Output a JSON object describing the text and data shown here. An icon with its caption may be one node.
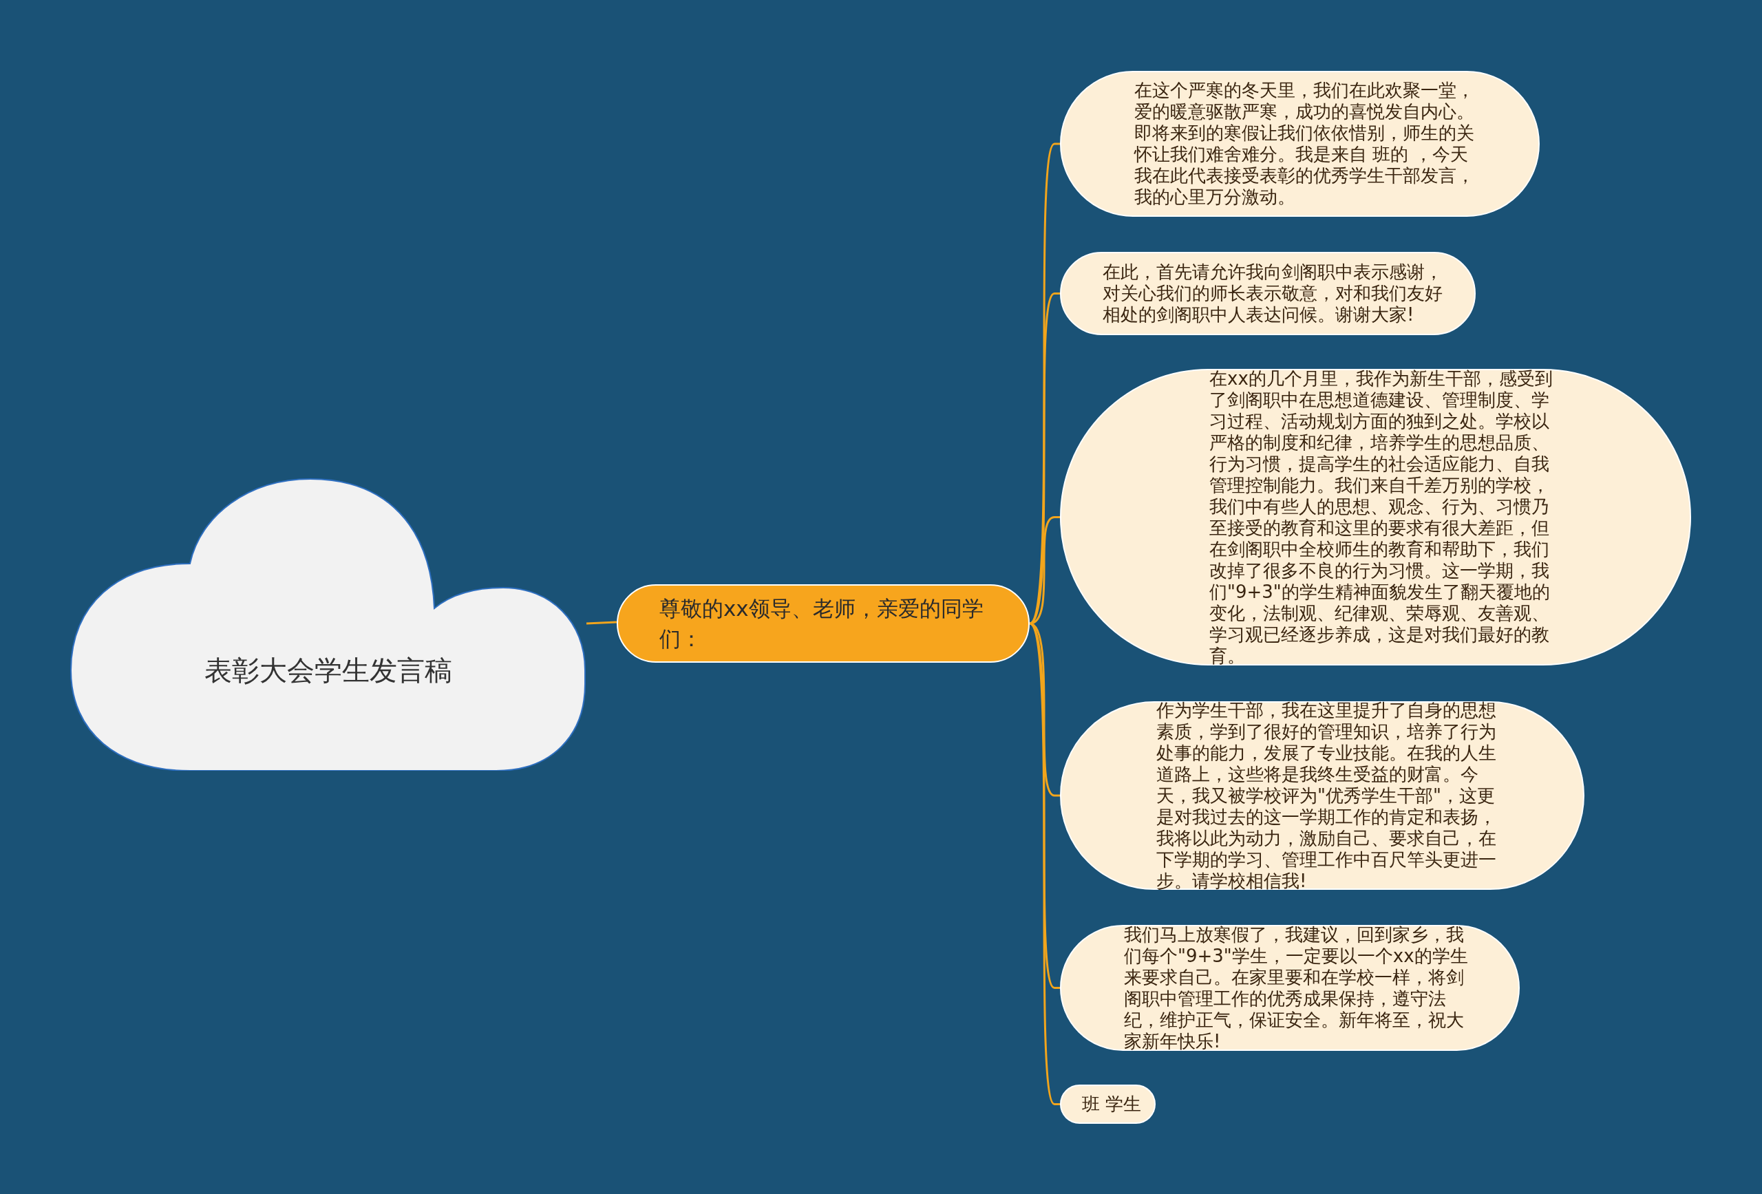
{
  "diagram": {
    "nodes": [
      {
        "text": [
          "表彰大会学生发言稿"
        ]
      },
      {
        "text": [
          "尊敬的xx领导、老师，亲爱的同学们："
        ]
      },
      {
        "text": [
          "在这个严寒的冬天里，我们在此欢聚一堂，爱的暖意驱散严寒，成功的喜悦发自内心。即将来到的寒假让我们依依惜别，师生的关怀让我们难舍难分。我是来自 班的 ，今天我在此代表接受表彰的优秀学生干部发言，我的心里万分激动。"
        ]
      },
      {
        "text": [
          "在此，首先请允许我向剑阁职中表示感谢，对关心我们的师长表示敬意，对和我们友好相处的剑阁职中人表达问候。谢谢大家!"
        ]
      },
      {
        "text": [
          "在xx的几个月里，我作为新生干部，感受到了剑阁职中在思想道德建设、管理制度、学习过程、活动规划方面的独到之处。学校以严格的制度和纪律，培养学生的思想品质、行为习惯，提高学生的社会适应能力、自我管理控制能力。我们来自千差万别的学校，我们中有些人的思想、观念、行为、习惯乃至接受的教育和这里的要求有很大差距，但在剑阁职中全校师生的教育和帮助下，我们改掉了很多不良的行为习惯。这一学期，我们\"9+3\"的学生精神面貌发生了翻天覆地的变化，法制观、纪律观、荣辱观、友善观、学习观已经逐步养成，这是对我们最好的教育。"
        ]
      },
      {
        "text": [
          "作为学生干部，我在这里提升了自身的思想素质，学到了很好的管理知识，培养了行为处事的能力，发展了专业技能。在我的人生道路上，这些将是我终生受益的财富。今天，我又被学校评为\"优秀学生干部\"，这更是对我过去的这一学期工作的肯定和表扬，我将以此为动力，激励自己、要求自己，在下学期的学习、管理工作中百尺竿头更进一步。请学校相信我!"
        ]
      },
      {
        "text": [
          "我们马上放寒假了，我建议，回到家乡，我们每个\"9+3\"学生，一定要以一个xx的学生来要求自己。在家里要和在学校一样，将剑阁职中管理工作的优秀成果保持，遵守法纪，维护正气，保证安全。新年将至，祝大家新年快乐!"
        ]
      },
      {
        "text": [
          "班 学生"
        ]
      }
    ],
    "edges": [
      {
        "from": 0,
        "to": 1,
        "arrow": "none"
      },
      {
        "from": 1,
        "to": 2,
        "arrow": "none"
      },
      {
        "from": 1,
        "to": 3,
        "arrow": "none"
      },
      {
        "from": 1,
        "to": 4,
        "arrow": "none"
      },
      {
        "from": 1,
        "to": 5,
        "arrow": "none"
      },
      {
        "from": 1,
        "to": 6,
        "arrow": "none"
      },
      {
        "from": 1,
        "to": 7,
        "arrow": "none"
      }
    ]
  }
}
